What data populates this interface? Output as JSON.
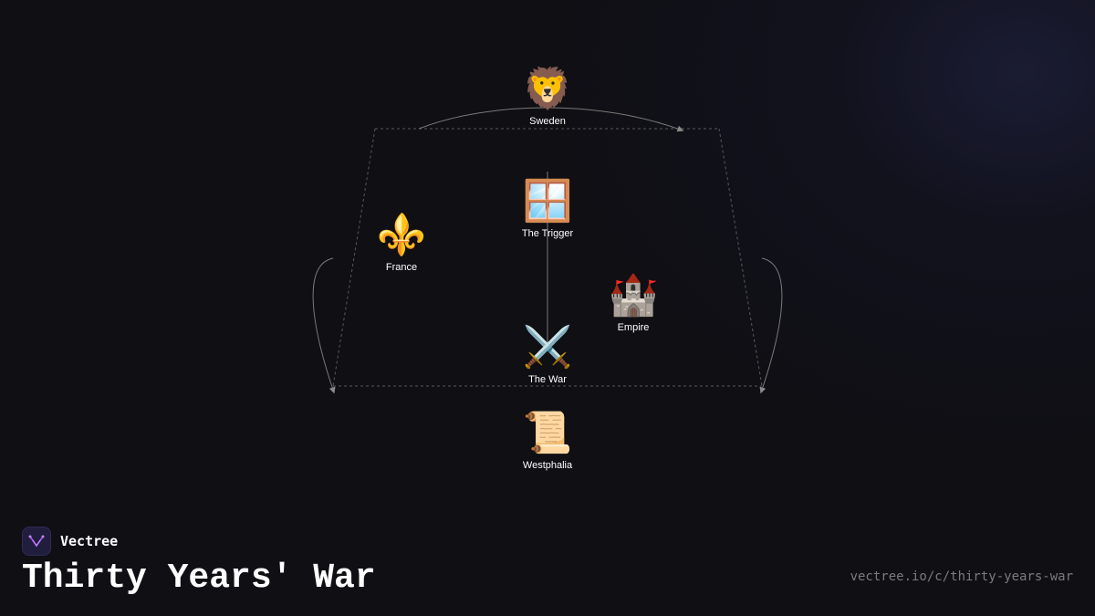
{
  "brand": {
    "name": "Vectree"
  },
  "title": "Thirty Years' War",
  "url": "vectree.io/c/thirty-years-war",
  "nodes": {
    "sweden": {
      "label": "Sweden",
      "icon": "lion-icon",
      "glyph": "🦁"
    },
    "trigger": {
      "label": "The Trigger",
      "icon": "window-icon",
      "glyph": "🪟"
    },
    "france": {
      "label": "France",
      "icon": "fleur-de-lis-icon",
      "glyph": "⚜️"
    },
    "empire": {
      "label": "Empire",
      "icon": "castle-icon",
      "glyph": "🏰"
    },
    "war": {
      "label": "The War",
      "icon": "crossed-swords-icon",
      "glyph": "⚔️"
    },
    "westphalia": {
      "label": "Westphalia",
      "icon": "scroll-icon",
      "glyph": "📜"
    }
  },
  "colors": {
    "background": "#0f0f14",
    "edge": "#6b6b6b",
    "label": "#ffffff",
    "url": "#7a7a82",
    "logo_bg": "#211d3d",
    "logo_accent": "#a855f7"
  }
}
